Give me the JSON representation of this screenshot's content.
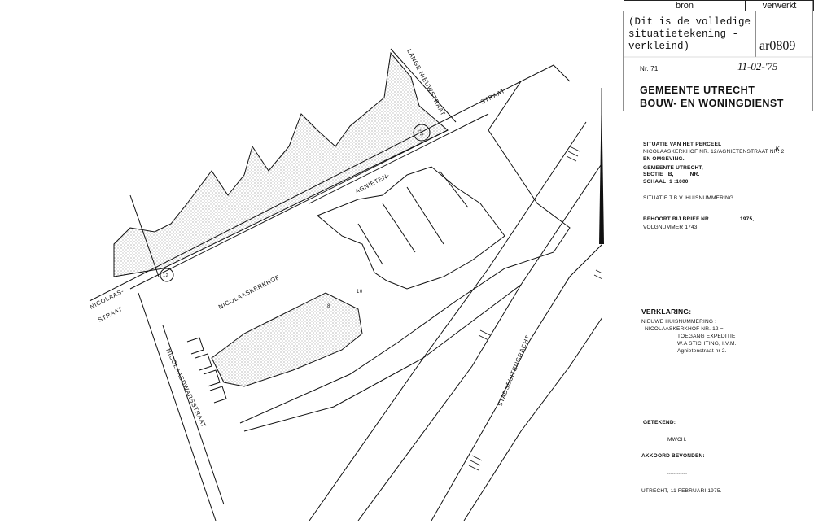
{
  "header": {
    "bron": "bron",
    "verwerkt": "verwerkt"
  },
  "stamp": {
    "typewritten_line1": "(Dit is de volledige",
    "typewritten_line2": "situatietekening -",
    "typewritten_line3": "verkleind)",
    "archive_code": "ar0809"
  },
  "title_block": {
    "number": "Nr. 71",
    "date_handwritten": "11-02-'75",
    "org_line1": "GEMEENTE UTRECHT",
    "org_line2": "BOUW- EN WONINGDIENST",
    "situatie_line": "SITUATIE  VAN HET  PERCEEL",
    "perceel_line": "NICOLAASKERKHOF NR. 12/AGNIETENSTRAAT NR. 2",
    "omgeving": "EN OMGEVING.",
    "gemeente": "GEMEENTE UTRECHT,",
    "sectie": "SECTIE   B,          NR.",
    "schaal": "SCHAAL  1 :1000.",
    "doel": "SITUATIE T.B.V. HUISNUMMERING.",
    "behoort": "BEHOORT BIJ BRIEF NR. ................ 1975,",
    "volgnummer": "VOLGNUMMER 1743.",
    "verklaring_title": "VERKLARING:",
    "verklaring_1": "NIEUWE HUISNUMMERING :",
    "verklaring_2": "NICOLAASKERKHOF NR. 12 =",
    "verklaring_3": "TOEGANG EXPEDITIE",
    "verklaring_4": "W.A STICHTING, I.V.M.",
    "verklaring_5": "Agnietenstraat nr 2.",
    "getekend_label": "GETEKEND:",
    "getekend_value": "MWCH.",
    "akkoord_label": "AKKOORD BEVONDEN:",
    "akkoord_dots": "............",
    "place_date": "UTRECHT, 11 FEBRUARI 1975."
  },
  "map": {
    "streets": {
      "lange_nieuwstraat": "LANGE NIEUWSTRAAT",
      "straat": "STRAAT",
      "agnieten": "AGNIETEN-",
      "nicolaaskerkhof": "NICOLAASKERKHOF",
      "nicolaas_1": "NICOLAAS-",
      "nicolaas_2": "STRAAT",
      "nicolaasdwarsstraat": "NICOLAASDWARSSTRAAT",
      "stadsbuitengracht": "STADSBUITENGRACHT"
    },
    "labels": {
      "nr_10": "10",
      "nr_8": "8",
      "circle_2": "2/2",
      "circle_12": "12"
    }
  }
}
